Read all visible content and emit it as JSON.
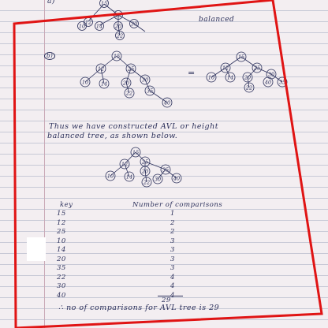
{
  "headings": {
    "part_a": "a)",
    "balanced_note": "balanced",
    "part_b": "b)",
    "equals": "="
  },
  "tree_top": [
    "15",
    "12",
    "25",
    "10",
    "14",
    "20",
    "30",
    "22"
  ],
  "tree_b_left": [
    "15",
    "12",
    "25",
    "10",
    "14",
    "20",
    "30",
    "22",
    "35",
    "40"
  ],
  "tree_b_right": [
    "15",
    "12",
    "25",
    "10",
    "14",
    "20",
    "30",
    "22",
    "35",
    "40"
  ],
  "tree_final": [
    "15",
    "12",
    "25",
    "10",
    "14",
    "20",
    "35",
    "22",
    "30",
    "40"
  ],
  "statement": {
    "line1": "Thus   we   have   constructed   AVL  or  height",
    "line2": "balanced   tree,    as   shown   below."
  },
  "table": {
    "header_key": "key",
    "header_count": "Number  of  comparisons",
    "rows": [
      {
        "key": "15",
        "count": "1"
      },
      {
        "key": "12",
        "count": "2"
      },
      {
        "key": "25",
        "count": "2"
      },
      {
        "key": "10",
        "count": "3"
      },
      {
        "key": "14",
        "count": "3"
      },
      {
        "key": "20",
        "count": "3"
      },
      {
        "key": "35",
        "count": "3"
      },
      {
        "key": "22",
        "count": "4"
      },
      {
        "key": "30",
        "count": "4"
      },
      {
        "key": "40",
        "count": "4"
      }
    ],
    "total": "29"
  },
  "conclusion": "∴  no   of   comparisons   for   AVL   tree  is  29"
}
